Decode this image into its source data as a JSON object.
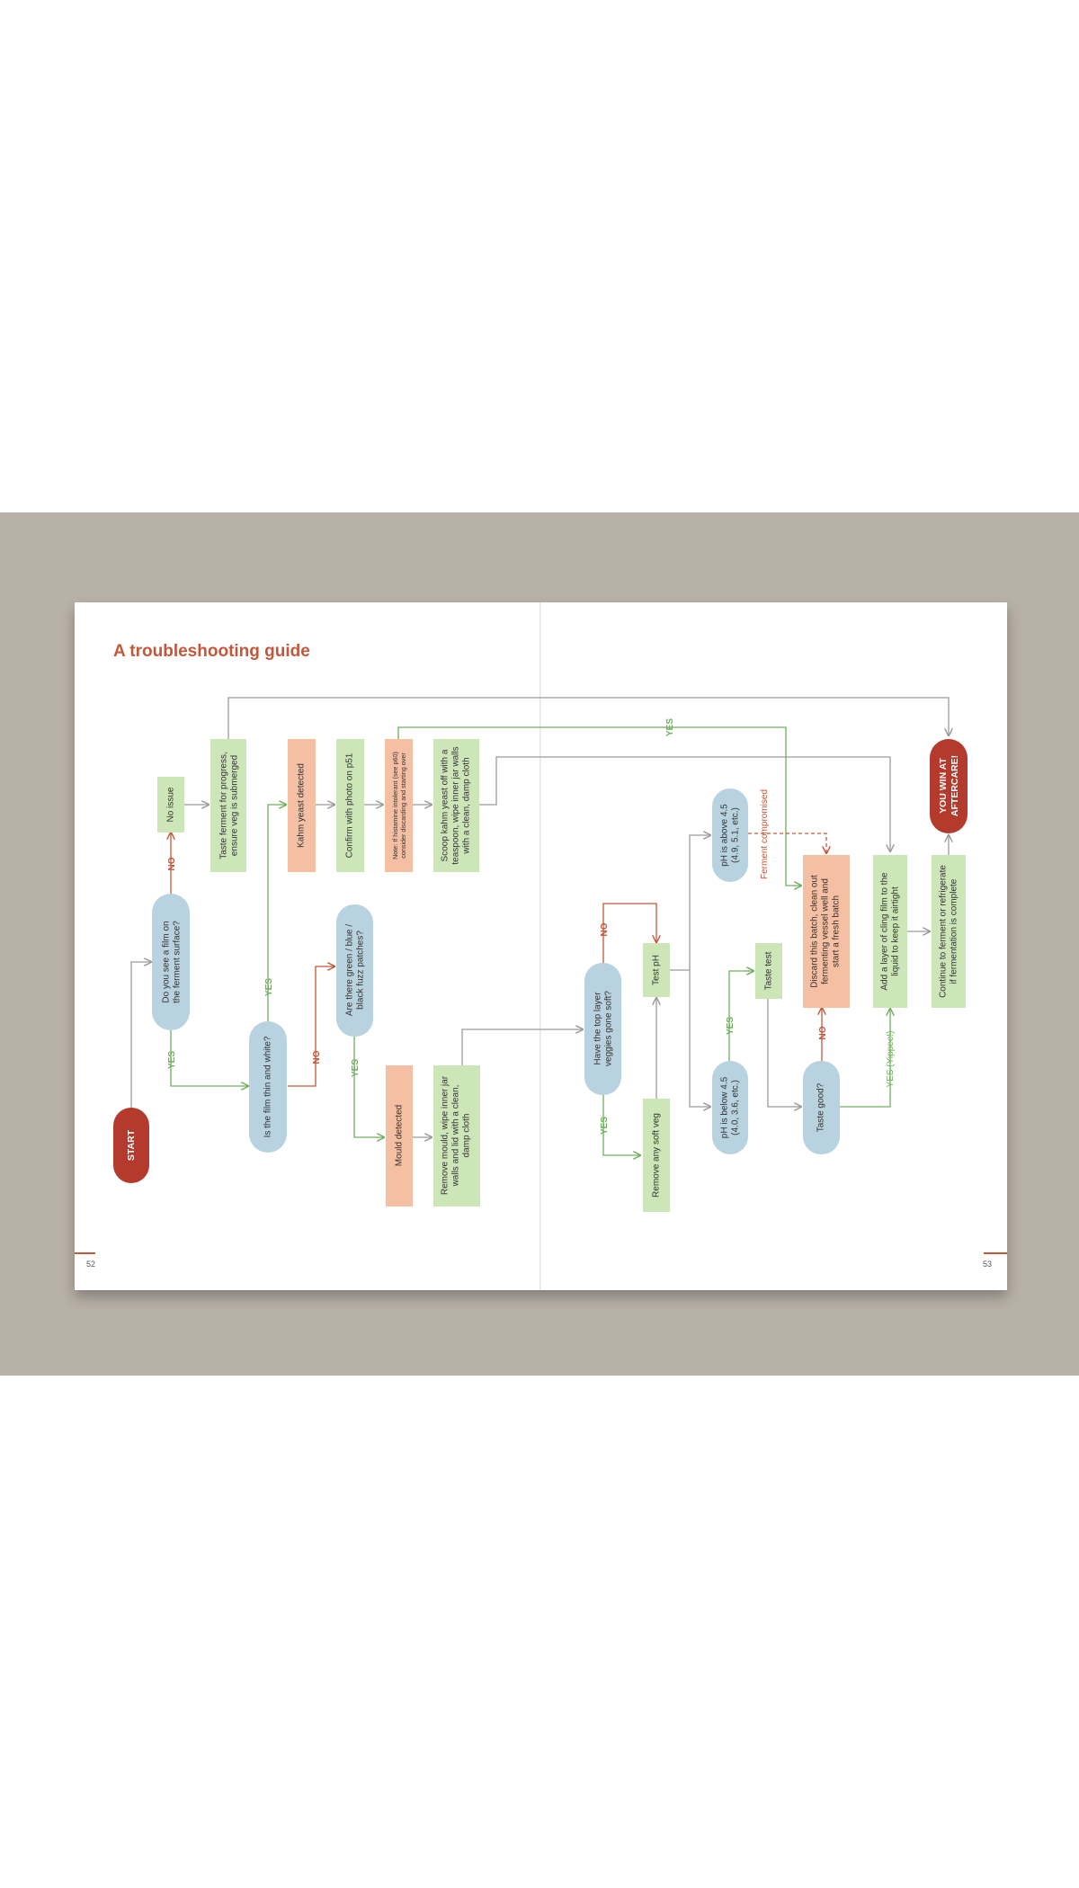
{
  "title": "A troubleshooting guide",
  "page_numbers": {
    "left": "52",
    "right": "53"
  },
  "colors": {
    "backdrop": "#b8b1a7",
    "decision": "#b8d2df",
    "action": "#cde6b8",
    "warning": "#f4bfa3",
    "terminal": "#b33a2c",
    "title": "#c3573a",
    "yes_line": "#6fae5d",
    "no_line": "#c3573a",
    "neutral_line": "#9a9a9a"
  },
  "nodes": {
    "start": "START",
    "q_film": [
      "Do you see a film on",
      "the ferment surface?"
    ],
    "no_issue": "No issue",
    "taste_progress": [
      "Taste ferment for progress,",
      "ensure veg is submerged"
    ],
    "q_thin_white": "Is the film thin and white?",
    "kahm": "Kahm yeast detected",
    "confirm": "Confirm with photo on p51",
    "note": [
      "Note: If histamine intolerant (see p60)",
      "consider discarding and starting over"
    ],
    "scoop": [
      "Scoop kahm yeast off with a",
      "teaspoon, wipe inner jar walls",
      "with a clean, damp cloth"
    ],
    "q_fuzz": [
      "Are there green / blue /",
      "black fuzz patches?"
    ],
    "mould": "Mould detected",
    "remove_mould": [
      "Remove mould, wipe inner jar",
      "walls and lid with a clean,",
      "damp cloth"
    ],
    "q_soft": [
      "Have the top layer",
      "veggies gone soft?"
    ],
    "remove_soft": "Remove any soft veg",
    "test_ph": "Test pH",
    "ph_above": [
      "pH is above 4.5",
      "(4.9, 5.1, etc.)"
    ],
    "ph_below": [
      "pH is below 4.5",
      "(4.0, 3.6, etc.)"
    ],
    "taste_test": "Taste test",
    "taste_good": "Taste good?",
    "discard": [
      "Discard this batch, clean out",
      "fermenting vessel well and",
      "start a fresh batch"
    ],
    "cling": [
      "Add a layer of cling film to the",
      "liquid to keep it airtight"
    ],
    "continue": [
      "Continue to ferment or refrigerate",
      "if fermentation is complete"
    ],
    "win": [
      "YOU WIN AT",
      "AFTERCARE!"
    ]
  },
  "edge_labels": {
    "yes": "YES",
    "no": "NO",
    "ferment_compromised": "Ferment compromised",
    "yes_yippee": "YES (Yippee!)"
  }
}
